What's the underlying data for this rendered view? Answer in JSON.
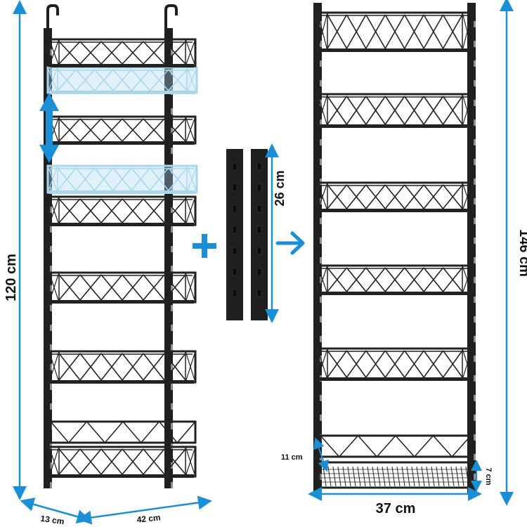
{
  "colors": {
    "frame": "#1f1f1f",
    "wire": "#222222",
    "accent": "#1a8fd6",
    "ghost": "#a9d8ee",
    "background": "#ffffff"
  },
  "labels": {
    "height_left": "120 cm",
    "depth": "13 cm",
    "width_left": "42 cm",
    "extension_length": "26 cm",
    "height_right": "146 cm",
    "width_right": "37 cm",
    "basket_gap": "11 cm",
    "basket_depth": "7 cm"
  },
  "icons": {
    "plus": "plus-icon",
    "arrow": "arrow-right-icon",
    "adjust": "double-arrow-vertical-icon"
  }
}
